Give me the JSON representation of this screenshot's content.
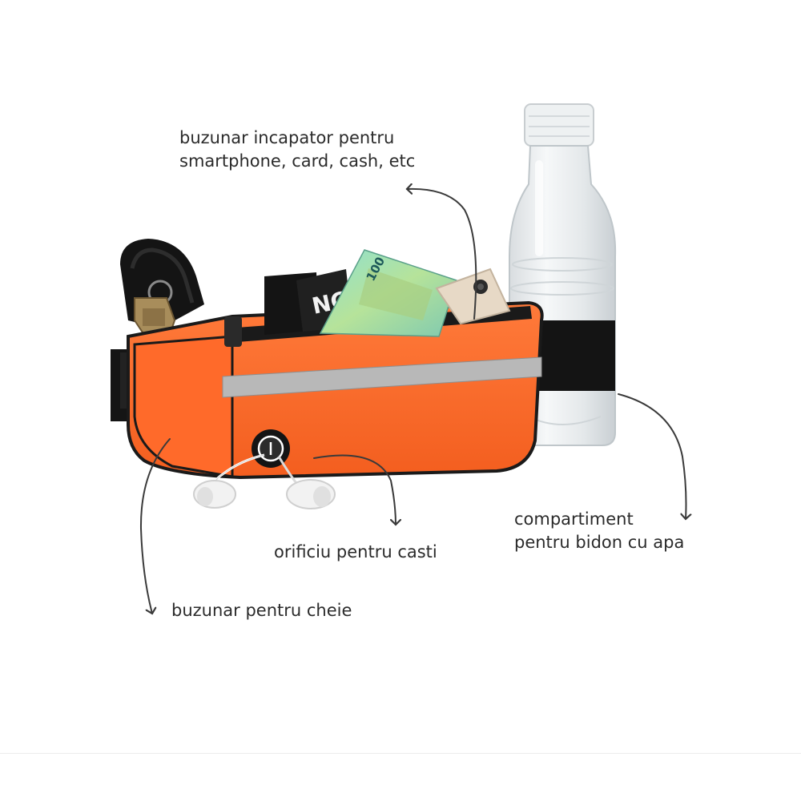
{
  "callouts": {
    "smartphone_pocket": {
      "line1": "buzunar incapator pentru",
      "line2": "smartphone, card, cash, etc"
    },
    "headphone_hole": "orificiu pentru casti",
    "bottle_compartment": {
      "line1": "compartiment",
      "line2": "pentru bidon cu apa"
    },
    "key_pocket": "buzunar pentru cheie"
  },
  "product": {
    "banknote_value": "100",
    "card_text": "NG",
    "colors": {
      "bag": "#ff6a2a",
      "reflective_stripe": "#b8b8b8",
      "strap": "#1a1a1a",
      "banknote": "#7fd3b8"
    }
  }
}
